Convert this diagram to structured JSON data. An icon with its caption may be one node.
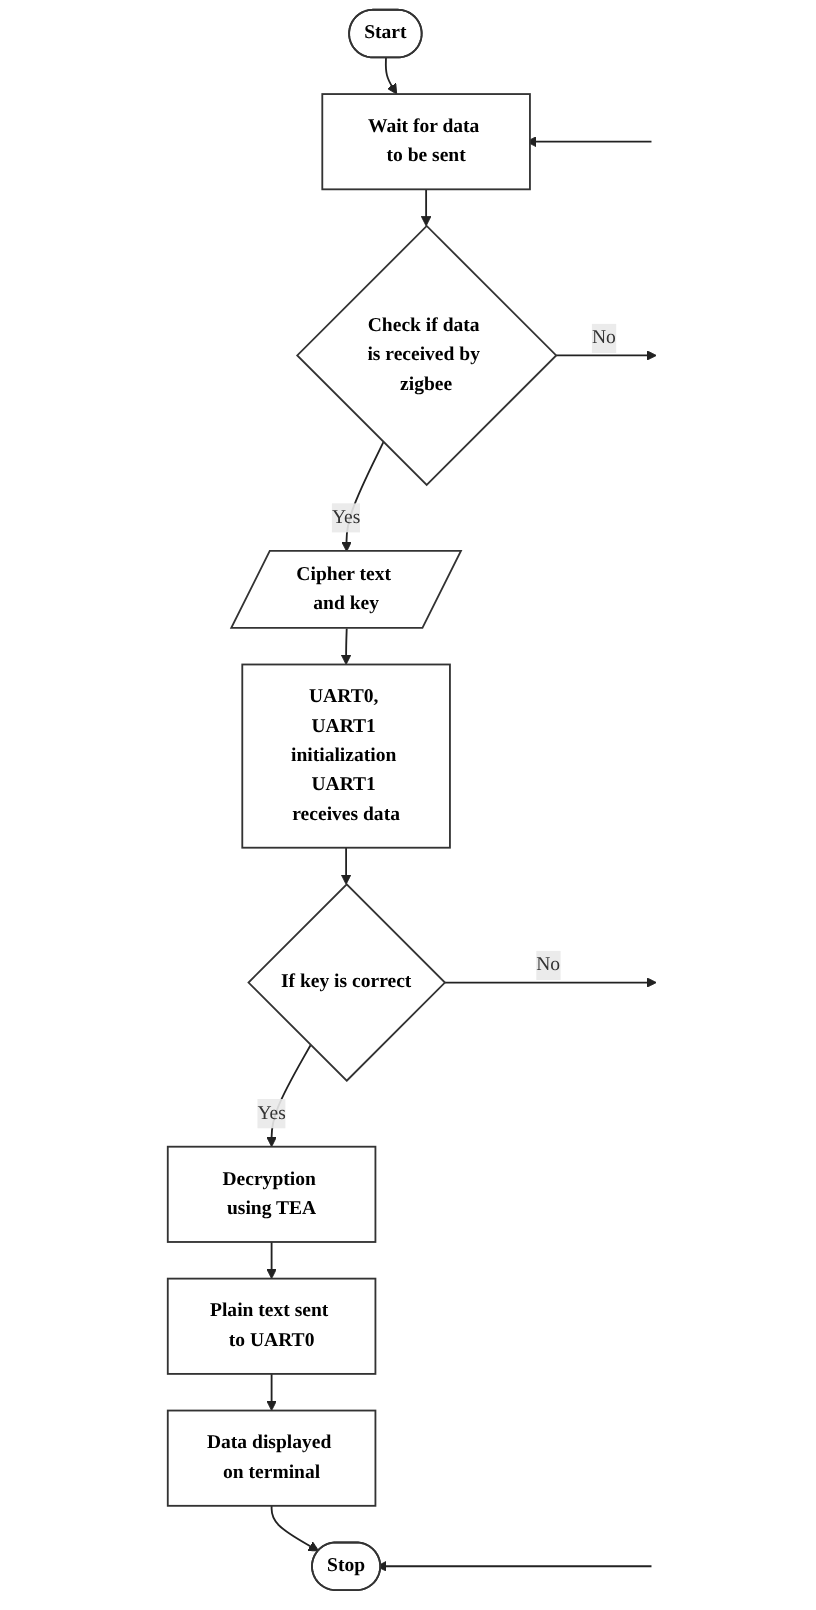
{
  "diagram": {
    "nodes": [
      {
        "text": [
          "Start"
        ]
      },
      {
        "text": [
          "Wait for data to be sent"
        ]
      },
      {
        "text": [
          "Check if data is received by zigbee"
        ]
      },
      {
        "text": [
          "Cipher text and key"
        ]
      },
      {
        "text": [
          "UART0, UART1 initialization UART1 receives data"
        ]
      },
      {
        "text": [
          "If key is correct"
        ]
      },
      {
        "text": [
          "Decryption using TEA"
        ]
      },
      {
        "text": [
          "Plain text sent to UART0"
        ]
      },
      {
        "text": [
          "Data displayed on terminal"
        ]
      },
      {
        "text": [
          "Stop"
        ]
      }
    ],
    "edges": [
      {
        "from": 0,
        "to": 1,
        "arrow": "to"
      },
      {
        "from": 1,
        "to": 2,
        "arrow": "to"
      },
      {
        "from": 2,
        "to": 3,
        "arrow": "to",
        "label": "Yes"
      },
      {
        "from": 2,
        "to": null,
        "arrow": "to",
        "label": "No"
      },
      {
        "from": null,
        "to": 1,
        "arrow": "to"
      },
      {
        "from": 3,
        "to": 4,
        "arrow": "to"
      },
      {
        "from": 4,
        "to": 5,
        "arrow": "to"
      },
      {
        "from": 5,
        "to": 6,
        "arrow": "to",
        "label": "Yes"
      },
      {
        "from": 5,
        "to": null,
        "arrow": "to",
        "label": "No"
      },
      {
        "from": 6,
        "to": 7,
        "arrow": "to"
      },
      {
        "from": 7,
        "to": 8,
        "arrow": "to"
      },
      {
        "from": 8,
        "to": 9,
        "arrow": "to"
      },
      {
        "from": null,
        "to": 9,
        "arrow": "to"
      }
    ]
  }
}
